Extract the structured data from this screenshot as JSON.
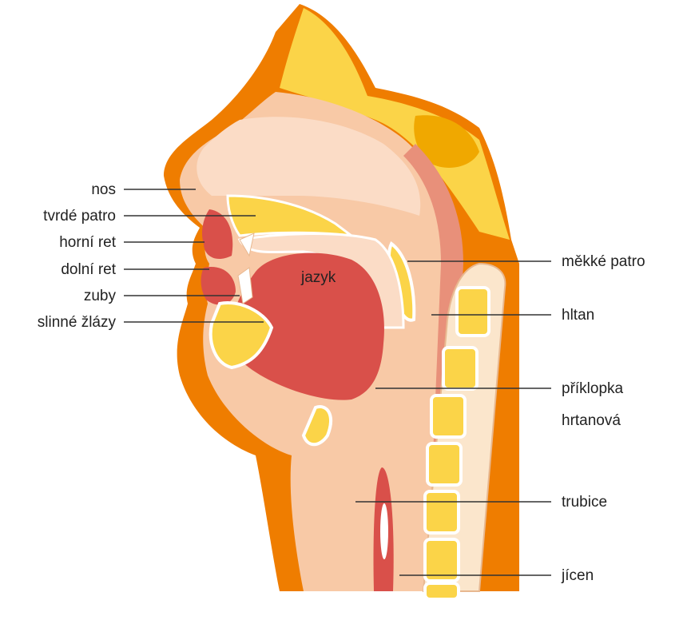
{
  "diagram": {
    "organ_label": "jazyk",
    "left_labels": [
      "nos",
      "tvrdé patro",
      "horní ret",
      "dolní ret",
      "zuby",
      "slinné žlázy"
    ],
    "right_labels": [
      "měkké patro",
      "hltan",
      "příklopka",
      "hrtanová",
      "trubice",
      "jícen"
    ],
    "colors": {
      "outer": "#ef7d00",
      "skin": "#f8c9a6",
      "bone": "#fbd448",
      "tongue": "#d9504a",
      "spine": "#fbe6cc",
      "line": "#333333"
    }
  }
}
